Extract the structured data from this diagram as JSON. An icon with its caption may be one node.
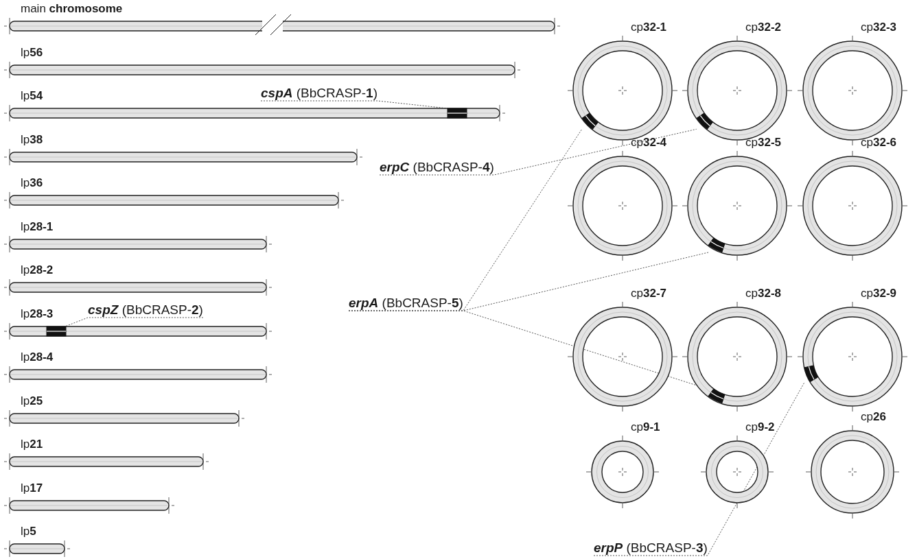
{
  "diagram": {
    "nodes": [
      {
        "text": [
          "main **chromosome**"
        ]
      },
      {
        "text": [
          "lp**56**"
        ]
      },
      {
        "text": [
          "lp**54**"
        ]
      },
      {
        "text": [
          "lp**38**"
        ]
      },
      {
        "text": [
          "lp**36**"
        ]
      },
      {
        "text": [
          "lp**28-1**"
        ]
      },
      {
        "text": [
          "lp**28-2**"
        ]
      },
      {
        "text": [
          "lp**28-3**"
        ]
      },
      {
        "text": [
          "lp**28-4**"
        ]
      },
      {
        "text": [
          "lp**25**"
        ]
      },
      {
        "text": [
          "lp**21**"
        ]
      },
      {
        "text": [
          "lp**17**"
        ]
      },
      {
        "text": [
          "lp**5**"
        ]
      },
      {
        "text": [
          "cp**32-1**"
        ]
      },
      {
        "text": [
          "cp**32-2**"
        ]
      },
      {
        "text": [
          "cp**32-3**"
        ]
      },
      {
        "text": [
          "cp**32-4**"
        ]
      },
      {
        "text": [
          "cp**32-5**"
        ]
      },
      {
        "text": [
          "cp**32-6**"
        ]
      },
      {
        "text": [
          "cp**32-7**"
        ]
      },
      {
        "text": [
          "cp**32-8**"
        ]
      },
      {
        "text": [
          "cp**32-9**"
        ]
      },
      {
        "text": [
          "cp**9-1**"
        ]
      },
      {
        "text": [
          "cp**9-2**"
        ]
      },
      {
        "text": [
          "cp**26**"
        ]
      },
      {
        "text": [
          "*cspA* (BbCRASP-**1**)"
        ]
      },
      {
        "text": [
          "*cspZ* (BbCRASP-**2**)"
        ]
      },
      {
        "text": [
          "*erpC* (BbCRASP-**4**)"
        ]
      },
      {
        "text": [
          "*erpA* (BbCRASP-**5**)"
        ]
      },
      {
        "text": [
          "*erpP* (BbCRASP-**3**)"
        ]
      },
      {
        "text": [],
        "shape": "bar",
        "in": 2
      },
      {
        "text": [],
        "shape": "bar",
        "in": 7
      },
      {
        "text": [],
        "shape": "bar",
        "in": 14
      },
      {
        "text": [],
        "shape": "bar",
        "in": 13
      },
      {
        "text": [],
        "shape": "bar",
        "in": 17
      },
      {
        "text": [],
        "shape": "bar",
        "in": 20
      },
      {
        "text": [],
        "shape": "bar",
        "in": 21
      }
    ],
    "edges": [
      {
        "from": 25,
        "to": 30,
        "arrow": "none"
      },
      {
        "from": 26,
        "to": 31,
        "arrow": "none"
      },
      {
        "from": 27,
        "to": 32,
        "arrow": "none"
      },
      {
        "from": 28,
        "to": 33,
        "arrow": "none"
      },
      {
        "from": 28,
        "to": 34,
        "arrow": "none"
      },
      {
        "from": 28,
        "to": 35,
        "arrow": "none"
      },
      {
        "from": 29,
        "to": 36,
        "arrow": "none"
      }
    ]
  }
}
